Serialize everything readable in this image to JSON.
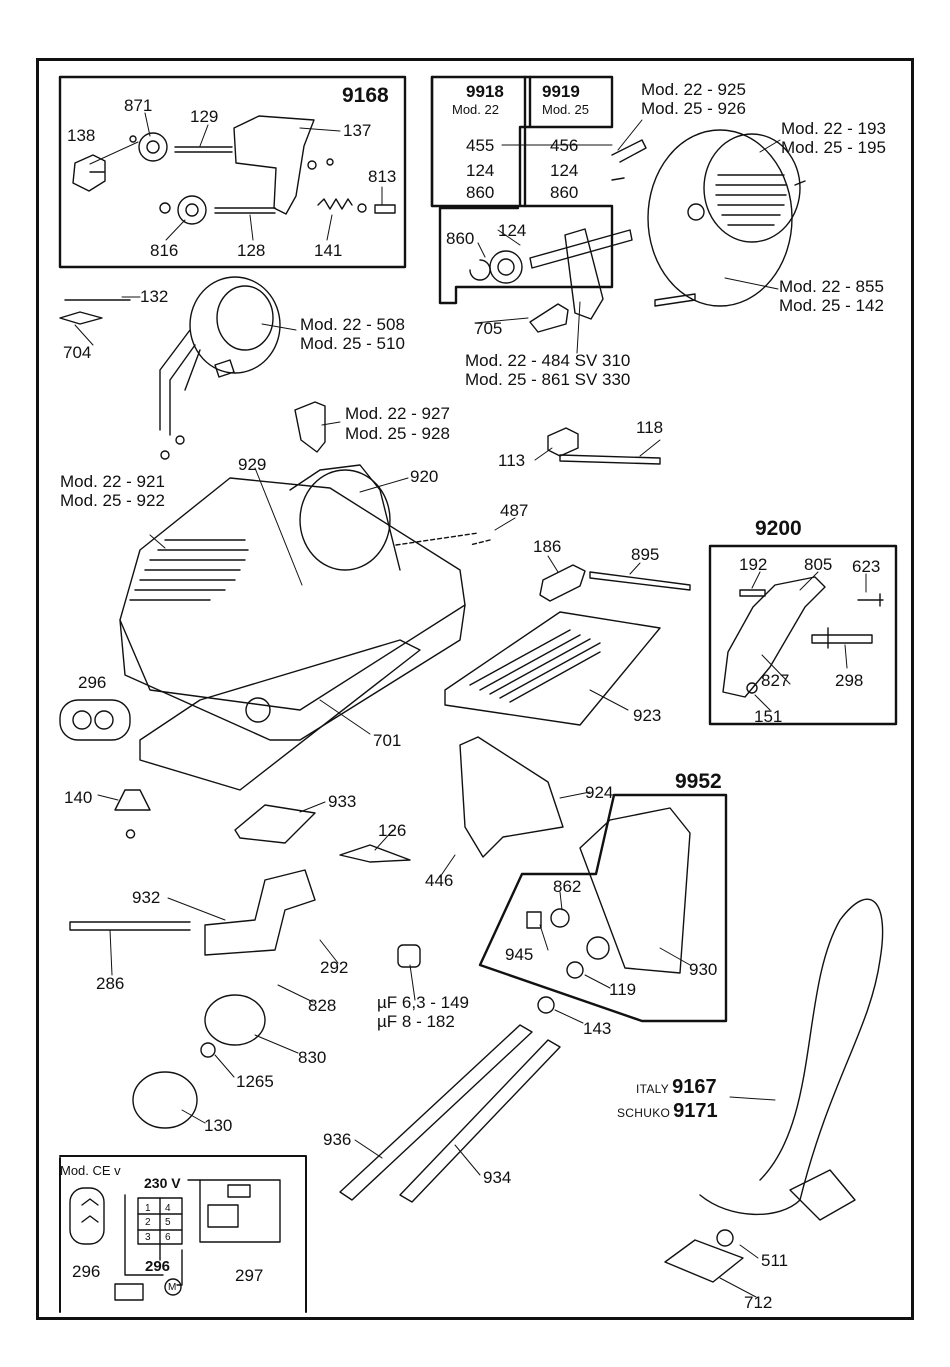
{
  "kits": {
    "k9168": "9168",
    "k9200": "9200",
    "k9952": "9952",
    "k9918": "9918",
    "k9918_mod": "Mod. 22",
    "k9919": "9919",
    "k9919_mod": "Mod. 25"
  },
  "parts": {
    "p871": "871",
    "p129": "129",
    "p138": "138",
    "p137": "137",
    "p813": "813",
    "p816": "816",
    "p128": "128",
    "p141": "141",
    "p455": "455",
    "p456": "456",
    "p124a": "124",
    "p124b": "124",
    "p860a": "860",
    "p860b": "860",
    "p860c": "860",
    "p124c": "124",
    "p705": "705",
    "m925a": "Mod. 22 - 925",
    "m925b": "Mod. 25 - 926",
    "m193a": "Mod. 22 - 193",
    "m193b": "Mod. 25 - 195",
    "m855a": "Mod. 22 - 855",
    "m855b": "Mod. 25 - 142",
    "m484a": "Mod. 22 - 484 SV 310",
    "m484b": "Mod. 25 - 861 SV 330",
    "p132": "132",
    "p704": "704",
    "m508a": "Mod. 22 - 508",
    "m508b": "Mod. 25 - 510",
    "m927a": "Mod. 22 - 927",
    "m927b": "Mod. 25 - 928",
    "p113": "113",
    "p118": "118",
    "m921a": "Mod. 22 - 921",
    "m921b": "Mod. 25 - 922",
    "p929": "929",
    "p920": "920",
    "p487": "487",
    "p186": "186",
    "p895": "895",
    "p192": "192",
    "p805": "805",
    "p623": "623",
    "p827": "827",
    "p298": "298",
    "p151": "151",
    "p296a": "296",
    "p701": "701",
    "p923": "923",
    "p140": "140",
    "p933": "933",
    "p924": "924",
    "p126": "126",
    "p446": "446",
    "p862": "862",
    "p945": "945",
    "p930": "930",
    "p119": "119",
    "p932": "932",
    "p292": "292",
    "p286": "286",
    "p828": "828",
    "uf1": "µF 6,3 - 149",
    "uf2": "µF    8 - 182",
    "p143": "143",
    "p830": "830",
    "p1265": "1265",
    "p130": "130",
    "p936": "936",
    "p934": "934",
    "cord_italy_pre": "ITALY",
    "cord_italy": "9167",
    "cord_schuko_pre": "SCHUKO",
    "cord_schuko": "9171",
    "p511": "511",
    "p712": "712",
    "ce_title": "Mod. CE v",
    "volt": "230 V",
    "p296b": "296",
    "p296c": "296",
    "p297": "297",
    "sw1": "1",
    "sw2": "2",
    "sw3": "3",
    "sw4": "4",
    "sw5": "5",
    "sw6": "6",
    "motor": "M"
  }
}
